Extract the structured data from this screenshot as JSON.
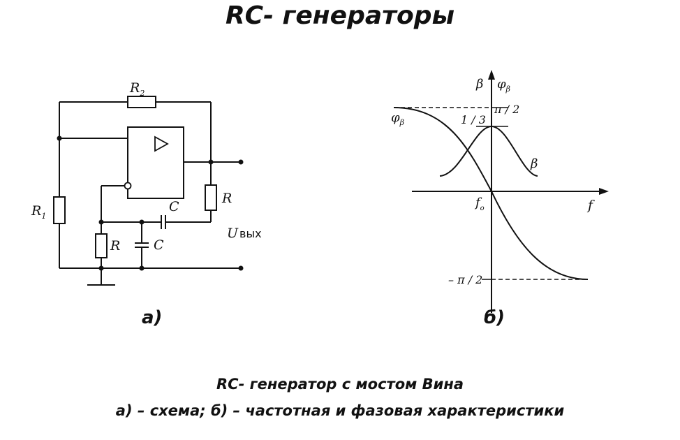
{
  "title": "RC- генераторы",
  "schematic": {
    "sublabel": "а)",
    "r2_label": "R",
    "r2_sub": "2",
    "r1_label": "R",
    "r1_sub": "1",
    "r_out_label": "R",
    "r_low_label": "R",
    "c_series_label": "C",
    "c_parallel_label": "C",
    "uout_label": "U",
    "uout_sub": "вых"
  },
  "graph": {
    "sublabel": "б)",
    "y_axis_label_beta": "β",
    "y_axis_label_phi": "φ",
    "phi_sub": "β",
    "tick_top": "π / 2",
    "tick_one_third": "1 / 3",
    "tick_bottom": "– π / 2",
    "curve_phi_label": "φ",
    "curve_phi_sub": "β",
    "curve_beta_label": "β",
    "x_axis_label": "f",
    "origin_label": "f",
    "origin_sub": "o"
  },
  "caption": {
    "line1": "RC- генератор с мостом Вина",
    "line2": "а) – схема;  б) – частотная и фазовая характеристики"
  }
}
